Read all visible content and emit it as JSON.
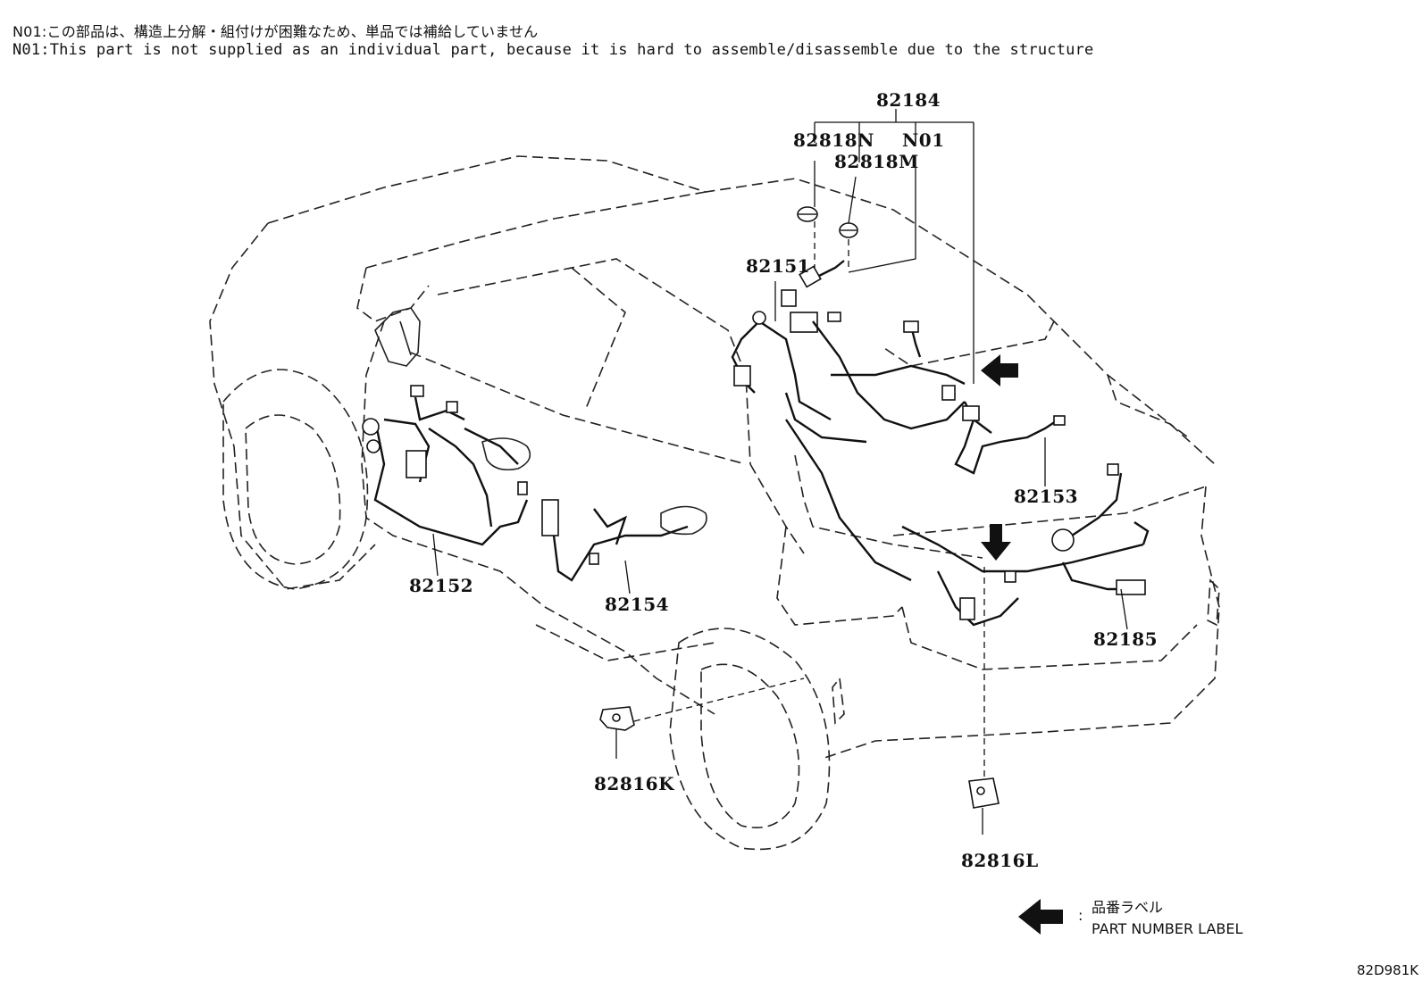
{
  "notes": {
    "ja": "N01:この部品は、構造上分解・組付けが困難なため、単品では補給していません",
    "en": "N01:This part is not supplied as an individual part, because it is hard to assemble/disassemble due to the structure"
  },
  "part_labels": {
    "p82184": "82184",
    "p82818N": "82818N",
    "p82818M": "82818M",
    "pN01": "N01",
    "p82151": "82151",
    "p82153": "82153",
    "p82152": "82152",
    "p82154": "82154",
    "p82185": "82185",
    "p82816K": "82816K",
    "p82816L": "82816L"
  },
  "legend": {
    "icon": "filled-arrow-left-icon",
    "label_ja": "品番ラベル",
    "label_en": "PART NUMBER LABEL"
  },
  "diagram_code": "82D981K"
}
